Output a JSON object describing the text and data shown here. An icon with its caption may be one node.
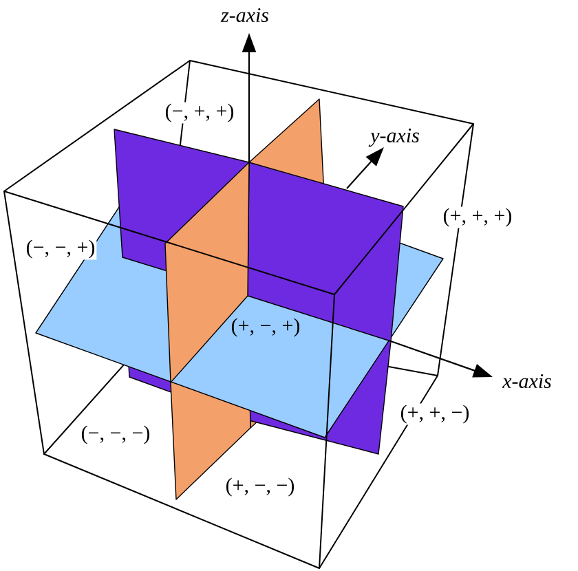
{
  "diagram": {
    "labels": [
      "z-axis",
      "(−, +, +)",
      "y-axis",
      "(+, +, +)",
      "(−, −, +)",
      "(+, −, +)",
      "x-axis",
      "(+, +, −)",
      "(−, −, −)",
      "(+, −, −)"
    ]
  }
}
